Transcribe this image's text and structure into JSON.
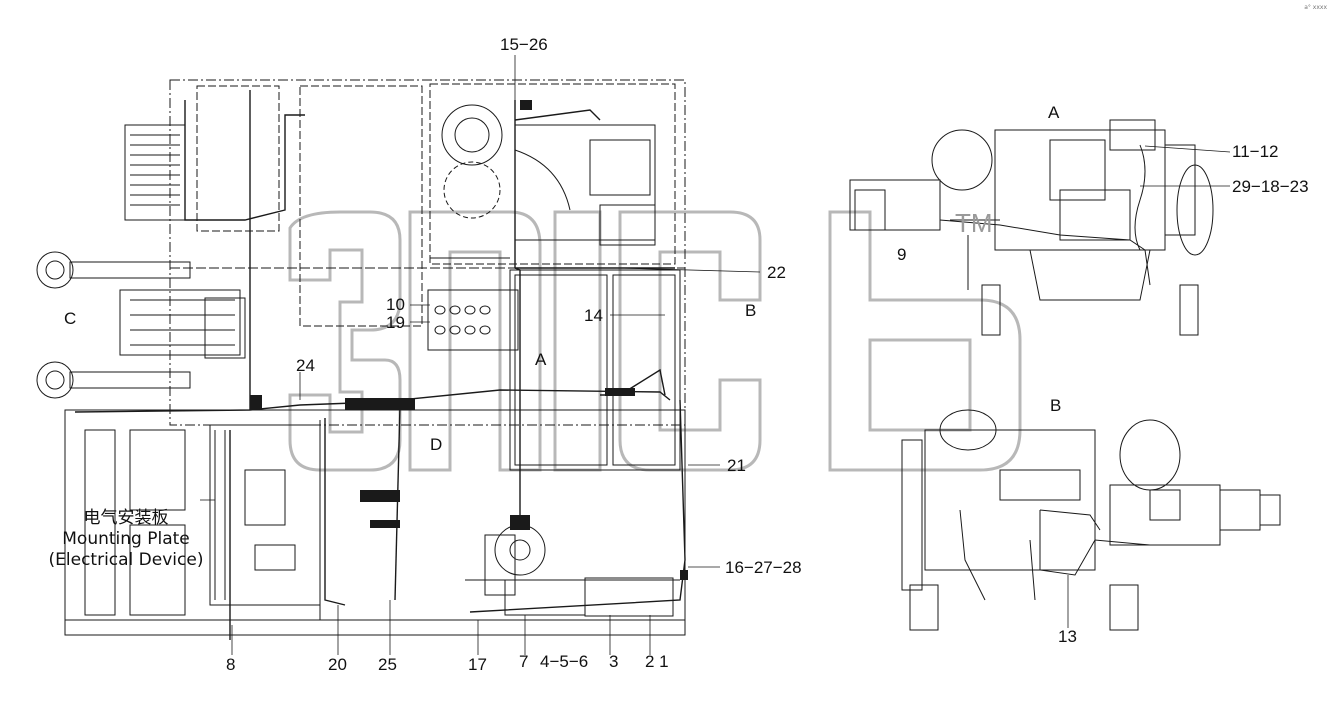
{
  "corner_mark": "a° xxxx",
  "views": {
    "a_top": "A",
    "a_center": "A",
    "b_center": "B",
    "b_right": "B",
    "c_left": "C",
    "d_center": "D"
  },
  "callouts": {
    "c15_26": "15−26",
    "c11_12": "11−12",
    "c29_18_23": "29−18−23",
    "c9": "9",
    "c22": "22",
    "c10": "10",
    "c19": "19",
    "c14": "14",
    "c24": "24",
    "c21_side": "21",
    "c16_27_28": "16−27−28",
    "c13": "13",
    "c8": "8",
    "c20": "20",
    "c25": "25",
    "c17": "17",
    "c7": "7",
    "c4_5_6": "4−5−6",
    "c3": "3",
    "c2_1": "2 1"
  },
  "mounting_plate": {
    "zh": "电气安装板",
    "en1": "Mounting Plate",
    "en2": "(Electrical Device)"
  },
  "watermark": {
    "tm": "TM"
  }
}
